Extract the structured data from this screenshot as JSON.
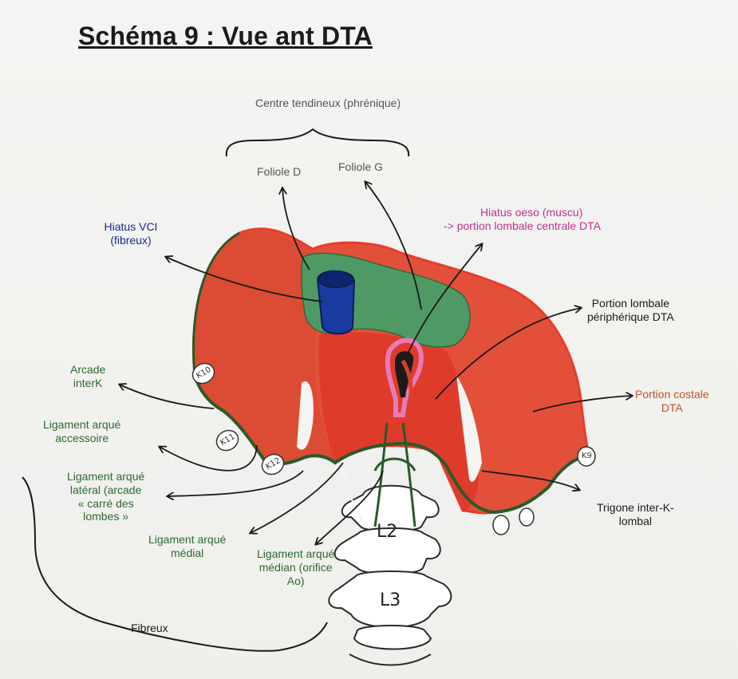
{
  "title": "Schéma 9 : Vue ant DTA",
  "labels": {
    "centre_tendineux": "Centre tendineux (phrénique)",
    "foliole_d": "Foliole D",
    "foliole_g": "Foliole G",
    "hiatus_vci_1": "Hiatus VCI",
    "hiatus_vci_2": "(fibreux)",
    "hiatus_oeso_1": "Hiatus oeso (muscu)",
    "hiatus_oeso_2": "-> portion lombale centrale DTA",
    "portion_lombale_1": "Portion lombale",
    "portion_lombale_2": "périphérique DTA",
    "portion_costale_1": "Portion costale",
    "portion_costale_2": "DTA",
    "arcade_1": "Arcade",
    "arcade_2": "interK",
    "lig_accessoire_1": "Ligament arqué",
    "lig_accessoire_2": "accessoire",
    "lig_lateral_1": "Ligament arqué",
    "lig_lateral_2": "latéral (arcade",
    "lig_lateral_3": "« carré des",
    "lig_lateral_4": "lombes »",
    "lig_medial_1": "Ligament arqué",
    "lig_medial_2": "médial",
    "lig_median_1": "Ligament arqué",
    "lig_median_2": "médian (orifice",
    "lig_median_3": "Ao)",
    "trigone_1": "Trigone inter-K-",
    "trigone_2": "lombal",
    "fibreux": "Fibreux",
    "vert_l2": "L2",
    "vert_l3": "L3",
    "rib_k10": "K10",
    "rib_k11": "K11",
    "rib_k12": "K12",
    "rib_k9": "K9"
  },
  "colors": {
    "muscle": "#e2503a",
    "muscle_dark": "#d8412d",
    "tendon": "#4f9a64",
    "vci": "#1b3aa0",
    "oeso": "#e87ab8",
    "outline": "#2a5a2a",
    "border_red": "#ec3a2a"
  }
}
